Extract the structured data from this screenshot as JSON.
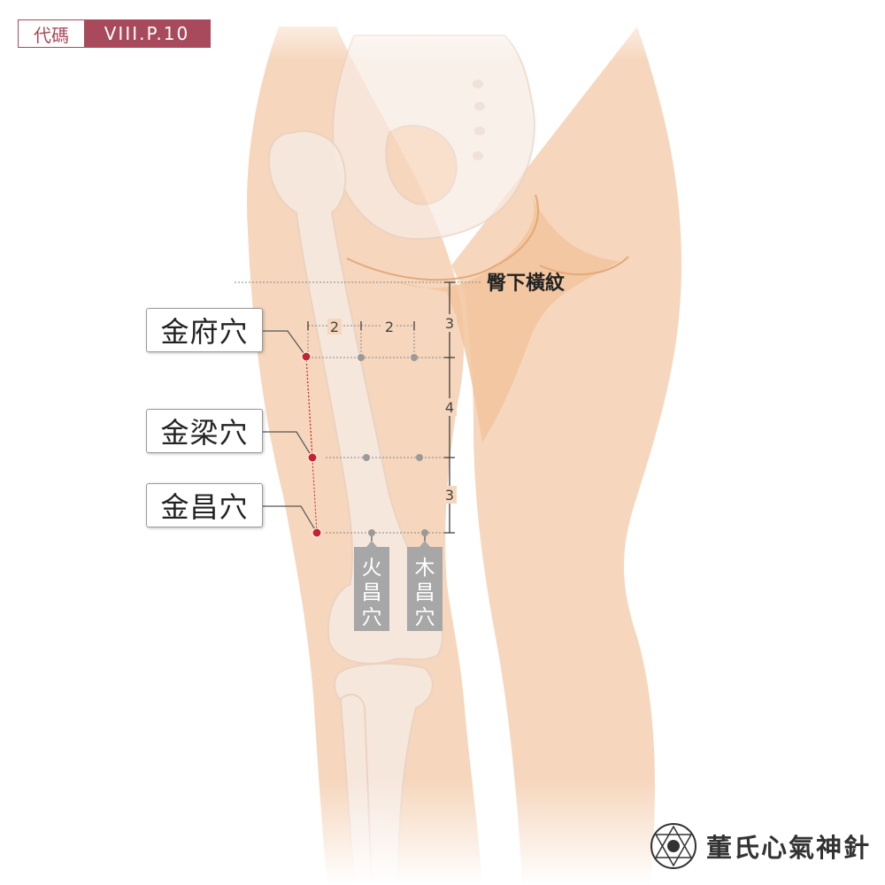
{
  "code_badge": {
    "label": "代碼",
    "value": "VIII.P.10"
  },
  "crease_label": "臀下橫紋",
  "points": [
    {
      "name": "金府穴"
    },
    {
      "name": "金梁穴"
    },
    {
      "name": "金昌穴"
    }
  ],
  "reference_points": [
    {
      "name": "火\n昌\n穴"
    },
    {
      "name": "木\n昌\n穴"
    }
  ],
  "measurements": {
    "horizontal": [
      "2",
      "2"
    ],
    "vertical": [
      "3",
      "4",
      "3"
    ]
  },
  "brand": {
    "text": "董氏心氣神針"
  },
  "colors": {
    "accent": "#a84a5c",
    "acupoint": "#c6242c",
    "reference_point": "#9a9a9a",
    "skin": "#f6d6bc",
    "skin_shadow": "#f2c49c",
    "bone": "#f7ebe2"
  }
}
